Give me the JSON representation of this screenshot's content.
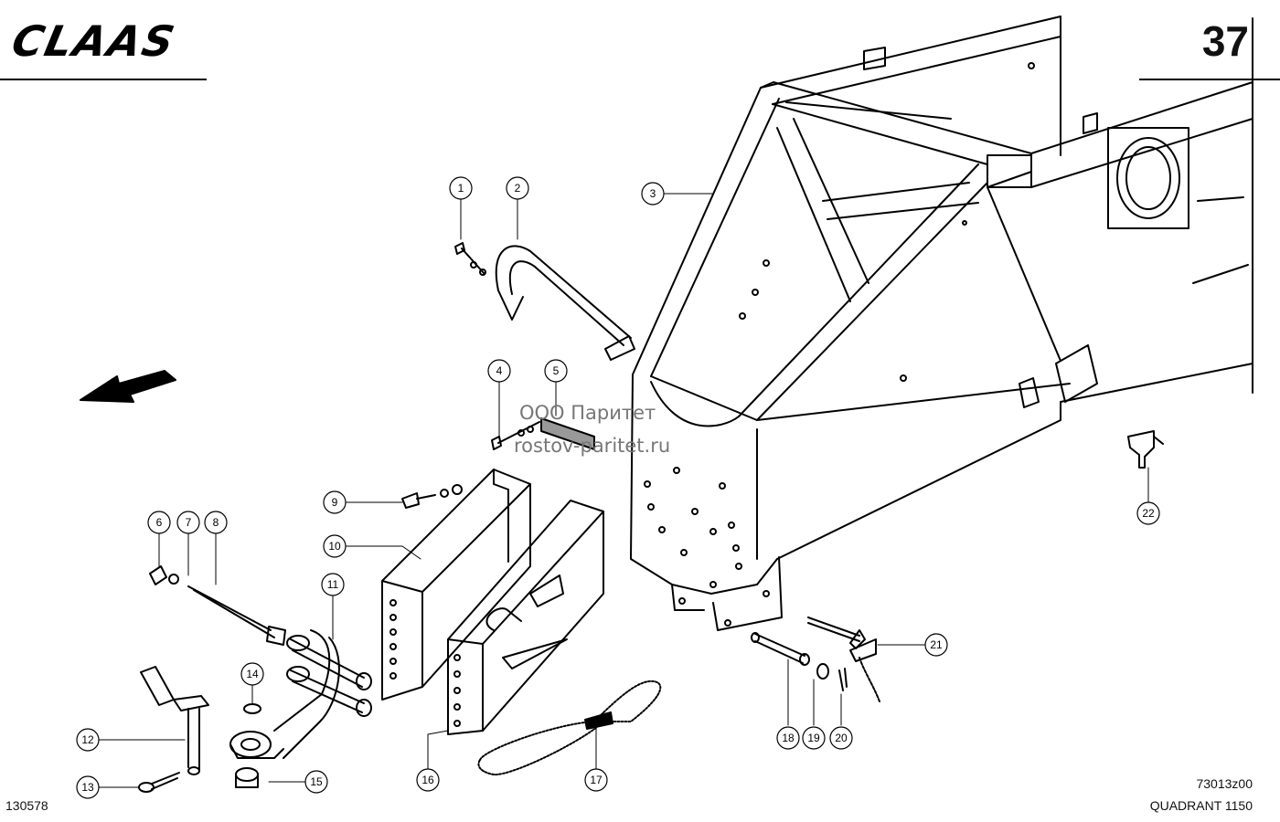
{
  "header": {
    "brand": "CLAAS",
    "page_number": "37"
  },
  "watermark": {
    "line1": "ООО Паритет",
    "line2": "rostov-paritet.ru"
  },
  "footer": {
    "left_code": "130578",
    "drawing_code": "73013z00",
    "model": "QUADRANT 1150"
  },
  "callouts": [
    "1",
    "2",
    "3",
    "4",
    "5",
    "6",
    "7",
    "8",
    "9",
    "10",
    "11",
    "12",
    "13",
    "14",
    "15",
    "16",
    "17",
    "18",
    "19",
    "20",
    "21",
    "22"
  ]
}
